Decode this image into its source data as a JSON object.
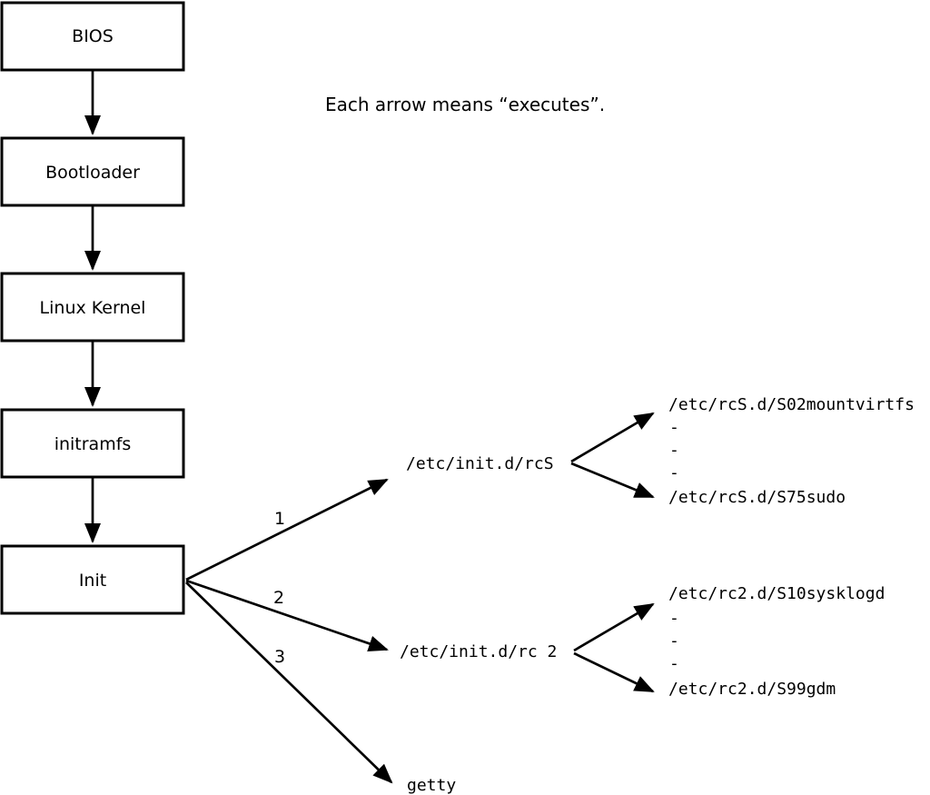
{
  "note": "Each arrow means “executes”.",
  "colors": {
    "ink": "#000000",
    "background": "#ffffff"
  },
  "chain": [
    {
      "label": "BIOS"
    },
    {
      "label": "Bootloader"
    },
    {
      "label": "Linux Kernel"
    },
    {
      "label": "initramfs"
    },
    {
      "label": "Init"
    }
  ],
  "init_branches": [
    {
      "order": "1",
      "target": "/etc/init.d/rcS"
    },
    {
      "order": "2",
      "target": "/etc/init.d/rc 2"
    },
    {
      "order": "3",
      "target": "getty"
    }
  ],
  "rcS_scripts": {
    "first": "/etc/rcS.d/S02mountvirtfs",
    "ellipsis": [
      "-",
      "-",
      "-"
    ],
    "last": "/etc/rcS.d/S75sudo"
  },
  "rc2_scripts": {
    "first": "/etc/rc2.d/S10sysklogd",
    "ellipsis": [
      "-",
      "-",
      "-"
    ],
    "last": "/etc/rc2.d/S99gdm"
  }
}
